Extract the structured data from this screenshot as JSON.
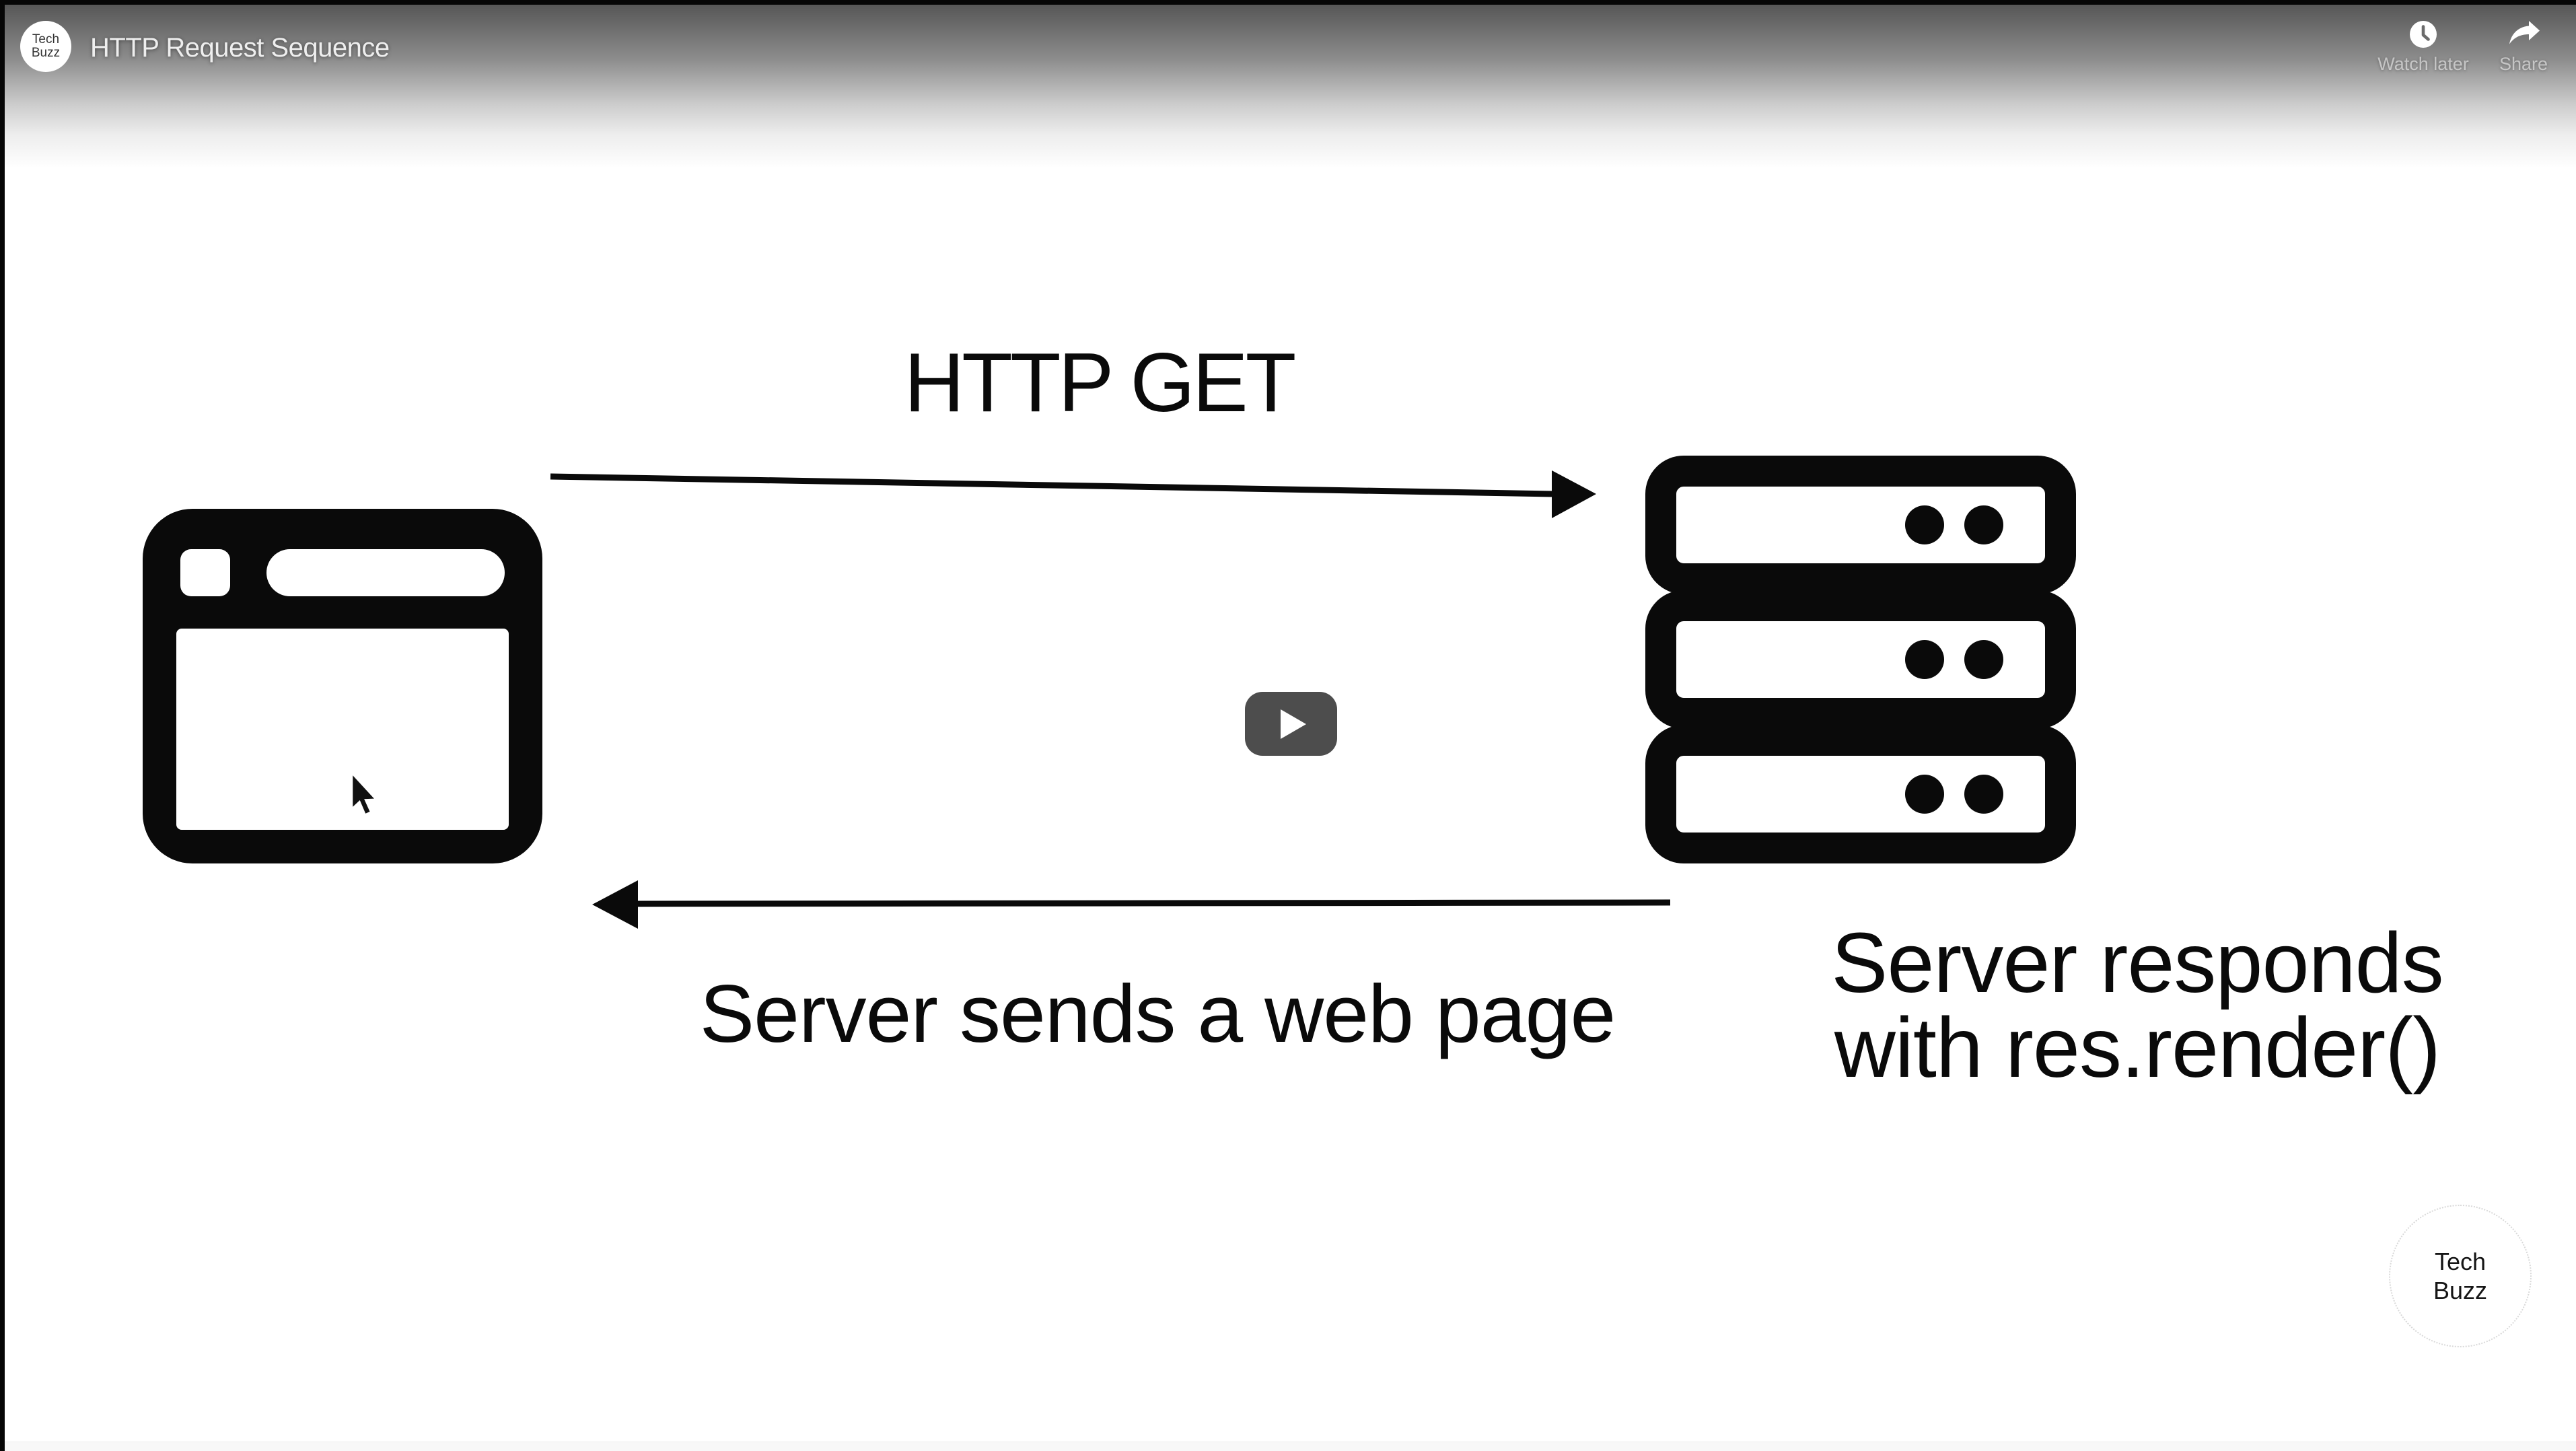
{
  "header": {
    "video_title": "HTTP Request Sequence",
    "channel_badge": {
      "line1": "Tech",
      "line2": "Buzz"
    },
    "watch_later_label": "Watch later",
    "share_label": "Share"
  },
  "diagram": {
    "request_label": "HTTP GET",
    "response_arrow_label": "Server sends a web page",
    "server_note": {
      "line1": "Server responds",
      "line2": "with res.render()"
    }
  },
  "watermark": {
    "line1": "Tech",
    "line2": "Buzz"
  },
  "colors": {
    "diagram_ink": "#0a0a0a",
    "play_button_bg": "#4d4d4d",
    "header_title_text": "#eeeeee",
    "action_label_text": "rgba(255,255,255,0.55)",
    "overlay_gradient_top": "rgba(0,0,0,0.68)",
    "watermark_ring": "#d9d9d9"
  }
}
